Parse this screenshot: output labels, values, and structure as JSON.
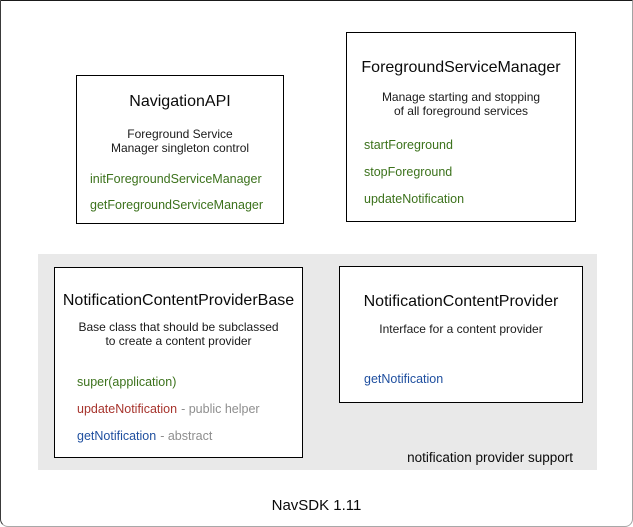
{
  "canvas": {
    "footer_label": "NavSDK 1.11"
  },
  "colors": {
    "box_background": "#ffffff",
    "box_border": "#000000",
    "group_background": "#e9e9e9",
    "method_green": "#3c721c",
    "method_red": "#a7342d",
    "method_blue": "#1f4f9f",
    "annotation_gray": "#8e8e8e",
    "text_black": "#0a0a0a"
  },
  "group": {
    "label": "notification provider support"
  },
  "boxes": {
    "navigation_api": {
      "title": "NavigationAPI",
      "description_lines": [
        "Foreground Service",
        "Manager singleton control"
      ],
      "methods": [
        {
          "name": "initForegroundServiceManager",
          "color": "green"
        },
        {
          "name": "getForegroundServiceManager",
          "color": "green"
        }
      ]
    },
    "foreground_service_manager": {
      "title": "ForegroundServiceManager",
      "description_lines": [
        "Manage starting and stopping",
        "of all foreground services"
      ],
      "methods": [
        {
          "name": "startForeground",
          "color": "green"
        },
        {
          "name": "stopForeground",
          "color": "green"
        },
        {
          "name": "updateNotification",
          "color": "green"
        }
      ]
    },
    "notification_content_provider_base": {
      "title": "NotificationContentProviderBase",
      "description_lines": [
        "Base class that should be subclassed",
        "to create a content provider"
      ],
      "methods": [
        {
          "name": "super(application)",
          "color": "green",
          "suffix": ""
        },
        {
          "name": "updateNotification",
          "color": "red",
          "suffix": "- public helper"
        },
        {
          "name": "getNotification",
          "color": "blue",
          "suffix": "- abstract"
        }
      ]
    },
    "notification_content_provider": {
      "title": "NotificationContentProvider",
      "description_lines": [
        "Interface for a content provider"
      ],
      "methods": [
        {
          "name": "getNotification",
          "color": "blue"
        }
      ]
    }
  }
}
